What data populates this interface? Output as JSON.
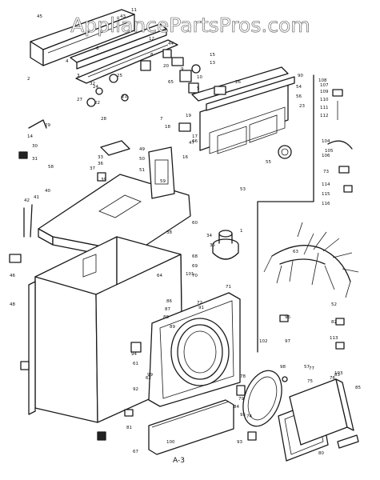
{
  "watermark": "AppliancePartsPros.com",
  "figure_label": "A-3",
  "callouts": [
    "1",
    "2",
    "3",
    "4",
    "5",
    "6",
    "7",
    "8",
    "9",
    "10",
    "11",
    "12",
    "13",
    "14",
    "15",
    "16",
    "17",
    "18",
    "19",
    "20",
    "21",
    "22",
    "23",
    "24",
    "25",
    "26",
    "27",
    "28",
    "29",
    "30",
    "31",
    "32",
    "33",
    "34",
    "35",
    "36",
    "37",
    "38",
    "39",
    "40",
    "41",
    "42",
    "43",
    "44",
    "45",
    "46",
    "47",
    "48",
    "49",
    "50",
    "51",
    "52",
    "53",
    "54",
    "55",
    "56",
    "57",
    "58",
    "59",
    "60",
    "61",
    "62",
    "63",
    "64",
    "65",
    "66",
    "67",
    "68",
    "69",
    "70",
    "71",
    "72",
    "73",
    "74",
    "75",
    "76",
    "77",
    "78",
    "79",
    "80",
    "81",
    "82",
    "83",
    "84",
    "85",
    "86",
    "87",
    "88",
    "89",
    "90",
    "91",
    "92",
    "93",
    "94",
    "95",
    "96",
    "97",
    "98",
    "99",
    "100",
    "101",
    "102",
    "103",
    "104",
    "105",
    "106",
    "107",
    "108",
    "109",
    "110",
    "111",
    "112",
    "113",
    "114",
    "115",
    "116"
  ],
  "colors": {
    "line": "#1a1a1a",
    "background": "#ffffff",
    "watermark": "#ffffff"
  }
}
